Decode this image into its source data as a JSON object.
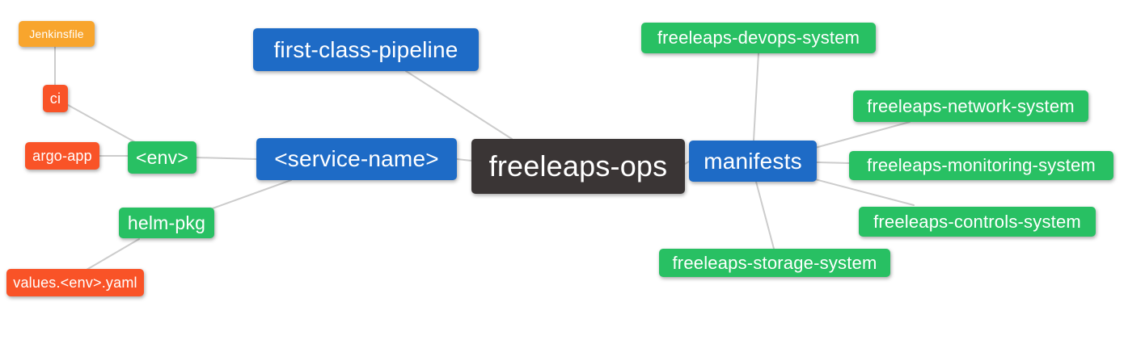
{
  "diagram": {
    "type": "mindmap",
    "root_label": "freeleaps-ops"
  },
  "colors": {
    "root_bg": "#3A3535",
    "level1_bg": "#1E6BC6",
    "level2_bg": "#28C063",
    "level3_bg": "#F95327",
    "level4_bg": "#F8A52D",
    "edge": "#CCCCCC",
    "text": "#FFFFFF",
    "background": "#FFFFFF"
  },
  "nodes": {
    "freeleaps_ops": {
      "label": "freeleaps-ops",
      "level": 0,
      "color": "#3A3535"
    },
    "first_class_pipeline": {
      "label": "first-class-pipeline",
      "level": 1,
      "color": "#1E6BC6"
    },
    "service_name": {
      "label": "<service-name>",
      "level": 1,
      "color": "#1E6BC6"
    },
    "manifests": {
      "label": "manifests",
      "level": 1,
      "color": "#1E6BC6"
    },
    "env": {
      "label": "<env>",
      "level": 2,
      "color": "#28C063"
    },
    "helm_pkg": {
      "label": "helm-pkg",
      "level": 2,
      "color": "#28C063"
    },
    "ci": {
      "label": "ci",
      "level": 3,
      "color": "#F95327"
    },
    "argo_app": {
      "label": "argo-app",
      "level": 3,
      "color": "#F95327"
    },
    "values_env_yaml": {
      "label": "values.<env>.yaml",
      "level": 3,
      "color": "#F95327"
    },
    "jenkinsfile": {
      "label": "Jenkinsfile",
      "level": 4,
      "color": "#F8A52D"
    },
    "devops_system": {
      "label": "freeleaps-devops-system",
      "level": 2,
      "color": "#28C063"
    },
    "network_system": {
      "label": "freeleaps-network-system",
      "level": 2,
      "color": "#28C063"
    },
    "monitoring_system": {
      "label": "freeleaps-monitoring-system",
      "level": 2,
      "color": "#28C063"
    },
    "controls_system": {
      "label": "freeleaps-controls-system",
      "level": 2,
      "color": "#28C063"
    },
    "storage_system": {
      "label": "freeleaps-storage-system",
      "level": 2,
      "color": "#28C063"
    }
  },
  "edges": [
    {
      "from": "jenkinsfile",
      "to": "ci"
    },
    {
      "from": "ci",
      "to": "env"
    },
    {
      "from": "argo_app",
      "to": "env"
    },
    {
      "from": "env",
      "to": "service_name"
    },
    {
      "from": "helm_pkg",
      "to": "service_name"
    },
    {
      "from": "values_env_yaml",
      "to": "helm_pkg"
    },
    {
      "from": "first_class_pipeline",
      "to": "freeleaps_ops"
    },
    {
      "from": "service_name",
      "to": "freeleaps_ops"
    },
    {
      "from": "freeleaps_ops",
      "to": "manifests"
    },
    {
      "from": "manifests",
      "to": "devops_system"
    },
    {
      "from": "manifests",
      "to": "network_system"
    },
    {
      "from": "manifests",
      "to": "monitoring_system"
    },
    {
      "from": "manifests",
      "to": "controls_system"
    },
    {
      "from": "manifests",
      "to": "storage_system"
    }
  ]
}
